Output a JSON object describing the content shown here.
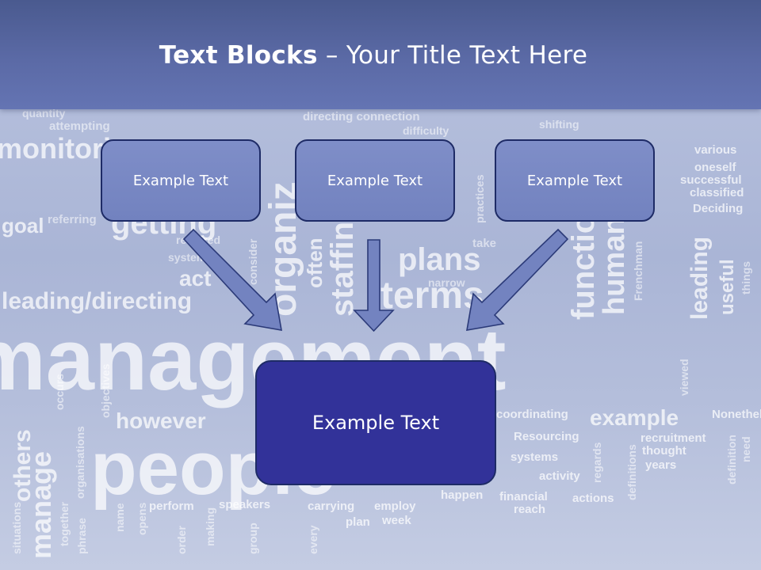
{
  "slide": {
    "title_bold": "Text Blocks",
    "title_rest": " – Your Title Text Here"
  },
  "diagram": {
    "top_boxes": [
      "Example Text",
      "Example Text",
      "Example Text"
    ],
    "main_box": "Example Text"
  },
  "colors": {
    "title_bar": "#5b6aa6",
    "small_box_fill": "#7888c4",
    "main_box_fill": "#323299",
    "box_border": "#1e2b66",
    "arrow_fill": "#7282bf"
  },
  "background_words": [
    "quantity",
    "attempting",
    "directing connection",
    "difficulty",
    "shifting",
    "monitoring",
    "practices",
    "various",
    "oneself",
    "successful",
    "classified",
    "Deciding",
    "goal",
    "referring",
    "getting",
    "required",
    "systems",
    "consider",
    "organiz",
    "often",
    "plans",
    "narrow",
    "take",
    "functions",
    "human",
    "Frenchman",
    "leading",
    "useful",
    "things",
    "leading/directing",
    "act",
    "staffing",
    "terms",
    "management",
    "situations",
    "others",
    "manage",
    "occurs",
    "objectives",
    "however",
    "people",
    "coordinating",
    "example",
    "Resourcing",
    "recruitment",
    "thought",
    "years",
    "systems",
    "activity",
    "regards",
    "definitions",
    "viewed",
    "Nonetheless",
    "need",
    "definition",
    "happen",
    "financial",
    "reach",
    "actions",
    "carrying",
    "employ",
    "plan",
    "week",
    "perform",
    "speakers",
    "together",
    "phrase",
    "organisations",
    "name",
    "opens",
    "making",
    "order",
    "group",
    "every"
  ]
}
